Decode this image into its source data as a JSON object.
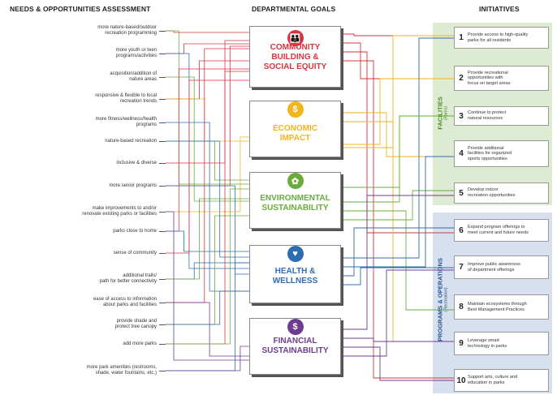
{
  "headers": {
    "needs": "NEEDS & OPPORTUNITIES ASSESSMENT",
    "goals": "DEPARTMENTAL GOALS",
    "initiatives": "INITIATIVES"
  },
  "needs": [
    "more nature-based/outdoor\nrecreation programming",
    "more youth or teen\nprograms/activities",
    "acquisition/addition of\nnature areas",
    "responsive & flexible to local\nrecreation trends",
    "more fitness/wellness/health\nprograms",
    "nature-based recreation",
    "inclusive & diverse",
    "more senior programs",
    "make improvements to and/or\nrenovate existing parks or facilities",
    "parks close to home",
    "sense of community",
    "additional trails/\npath for better connectivity",
    "ease of access to information\nabout parks and facilities",
    "provide shade and\nprotect tree canopy",
    "add more parks",
    "more park amenities (restrooms,\nshade, water fountains, etc.)"
  ],
  "goals": [
    {
      "title": "COMMUNITY\nBUILDING &\nSOCIAL EQUITY",
      "color": "#d9333f",
      "icon": "people-icon",
      "glyph": "👪"
    },
    {
      "title": "ECONOMIC\nIMPACT",
      "color": "#f2b51c",
      "icon": "economy-icon",
      "glyph": "$"
    },
    {
      "title": "ENVIRONMENTAL\nSUSTAINABILITY",
      "color": "#6aab3a",
      "icon": "plant-icon",
      "glyph": "✿"
    },
    {
      "title": "HEALTH &\nWELLNESS",
      "color": "#2f6db3",
      "icon": "heart-icon",
      "glyph": "♥"
    },
    {
      "title": "FINANCIAL\nSUSTAINABILITY",
      "color": "#6d3c8e",
      "icon": "finance-icon",
      "glyph": "$"
    }
  ],
  "panels": {
    "facilities": {
      "title": "FACILITIES",
      "sub": "(Parks)",
      "color": "#4f8a2b"
    },
    "programs": {
      "title": "PROGRAMS & OPERATIONS",
      "sub": "(Recreation)",
      "color": "#2f5597"
    }
  },
  "initiatives": [
    {
      "num": "1",
      "text": "Provide access to high-quality\nparks for all residents"
    },
    {
      "num": "2",
      "text": "Provide recreational\nopportunities with\nfocus on target areas"
    },
    {
      "num": "3",
      "text": "Continue to protect\nnatural resources"
    },
    {
      "num": "4",
      "text": "Provide additional\nfacilities for organized\nsports opportunities"
    },
    {
      "num": "5",
      "text": "Develop indoor\nrecreation opportunities"
    },
    {
      "num": "6",
      "text": "Expand program offerings to\nmeet current and future needs"
    },
    {
      "num": "7",
      "text": "Improve public awareness\nof department offerings"
    },
    {
      "num": "8",
      "text": "Maintain ecosystems through\nBest Management Practices"
    },
    {
      "num": "9",
      "text": "Leverage smart\ntechnology in parks"
    },
    {
      "num": "10",
      "text": "Support arts, culture and\neducation in parks"
    }
  ]
}
